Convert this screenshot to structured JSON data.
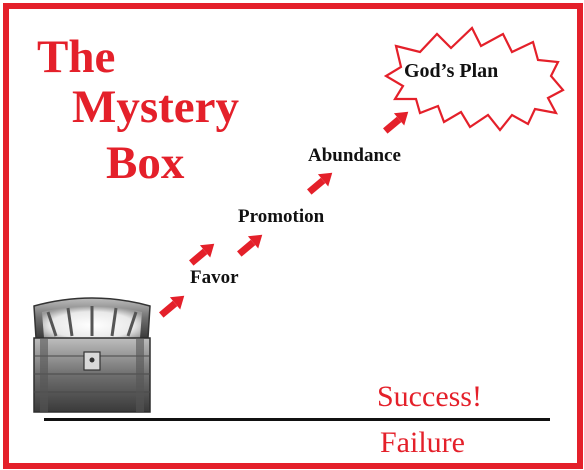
{
  "title": {
    "line1": "The",
    "line2": "Mystery",
    "line3": "Box"
  },
  "steps": {
    "favor": "Favor",
    "promotion": "Promotion",
    "abundance": "Abundance"
  },
  "goal": "God’s Plan",
  "outcomes": {
    "success": "Success!",
    "failure": "Failure"
  },
  "colors": {
    "accent": "#e4202a",
    "text": "#111111"
  },
  "icons": {
    "chest": "treasure-chest-icon",
    "arrow": "arrow-up-right-icon",
    "burst": "starburst-icon"
  }
}
